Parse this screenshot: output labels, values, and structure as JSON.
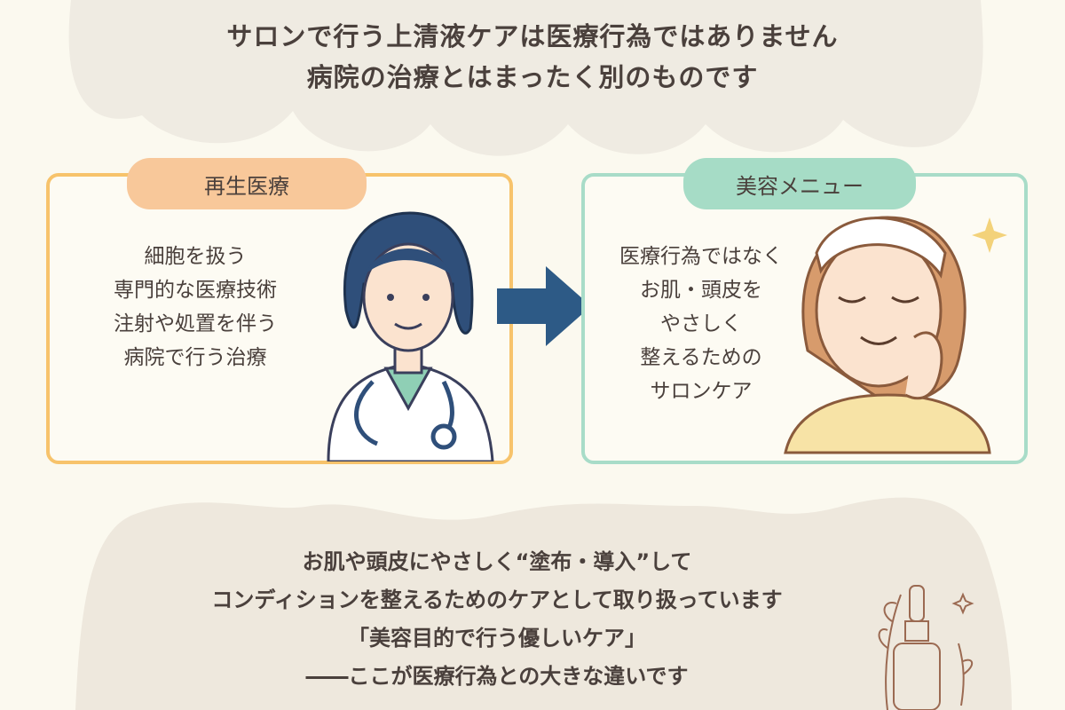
{
  "header": {
    "line1": "サロンで行う上清液ケアは医療行為ではありません",
    "line2": "病院の治療とはまったく別のものです"
  },
  "left": {
    "title": "再生医療",
    "items": [
      "細胞を扱う",
      "専門的な医療技術",
      "注射や処置を伴う",
      "病院で行う治療"
    ]
  },
  "right": {
    "title": "美容メニュー",
    "items": [
      "医療行為ではなく",
      "お肌・頭皮を",
      "やさしく",
      "整えるための",
      "サロンケア"
    ]
  },
  "footer": {
    "lines": [
      "お肌や頭皮にやさしく“塗布・導入”して",
      "コンディションを整えるためのケアとして取り扱っています",
      "「美容目的で行う優しいケア」",
      "――ここが医療行為との大きな違いです"
    ]
  },
  "colors": {
    "background": "#fbf9ef",
    "cloud": "#efebe2",
    "text": "#4a403c",
    "orange": "#f7c36b",
    "teal": "#a8dcc8",
    "arrow": "#2d5a86"
  }
}
